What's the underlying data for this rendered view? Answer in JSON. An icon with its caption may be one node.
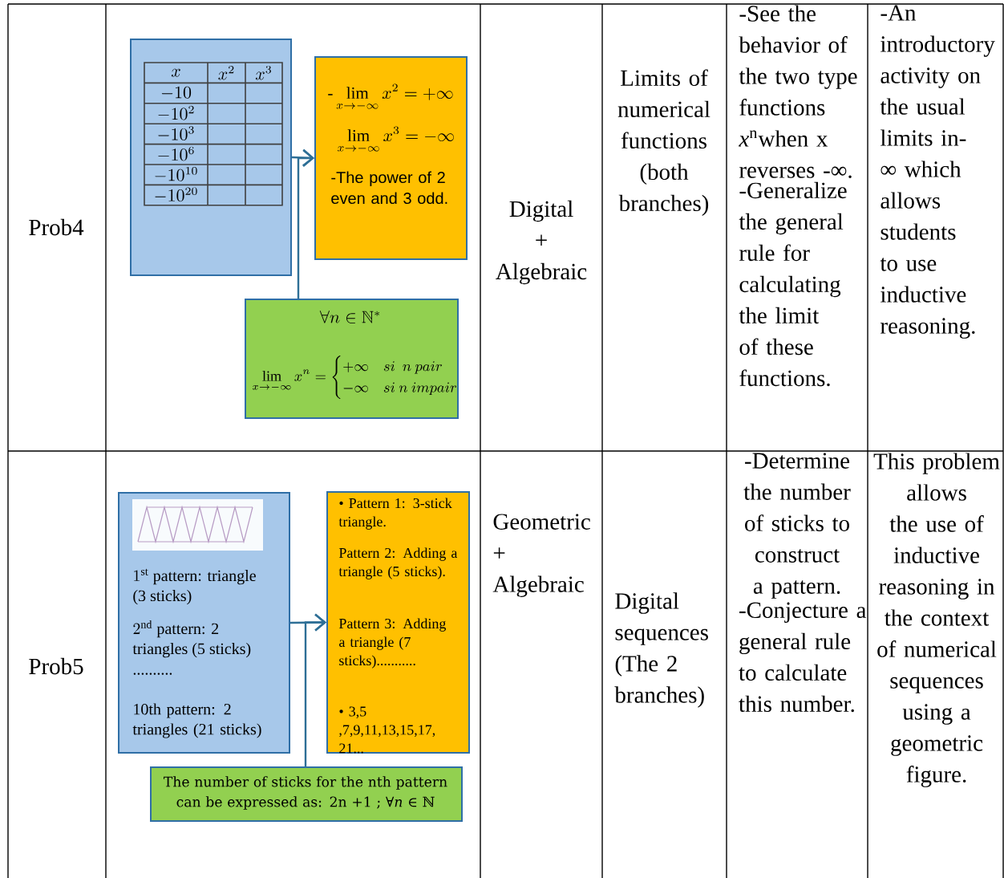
{
  "diagram": {
    "nodes": [
      {
        "text": [
          "x",
          "x^{2}",
          "x^{3}",
          "-10",
          "-10^{2}",
          "-10^{3}",
          "-10^{6}",
          "-10^{10}",
          "-10^{20}"
        ]
      },
      {
        "text": [
          "\\text{-}\\lim_{x\\to-\\infty} x^{2} = +\\infty",
          "\\lim_{x\\to-\\infty} x^{3} = -\\infty",
          "-The power of 2 even and 3 odd."
        ]
      },
      {
        "text": [
          "\\forall n \\in \\mathbb{N}^{*}",
          "\\lim_{x\\to-\\infty} x^{n} = \\begin{cases} +\\infty & si\\ \\ n\\ pair \\\\ -\\infty & si\\ n\\ impair \\end{cases}"
        ]
      },
      {
        "text": [
          "\\begin{array}{@{}l@{}}1^{\\text{st}}\\text{ pattern: triangle}\\\\ \\text{(3 sticks)}\\end{array}",
          "\\begin{array}{@{}l@{}}2^{\\text{nd}}\\text{ pattern: 2}\\\\ \\text{triangles (5 sticks)}\\end{array}",
          "..........",
          "10th pattern: 2 triangles (21 sticks)"
        ]
      },
      {
        "text": [
          "• Pattern 1: 3-stick triangle.",
          "Pattern 2: Adding a triangle (5 sticks).",
          "Pattern 3: Adding a triangle (7 sticks)...........",
          "• 3,5 ,7,9,11,13,15,17, 21..."
        ]
      },
      {
        "text": [
          "The number of sticks for the nth pattern can be expressed as: 2n +1 ; ∀*n* ∈ ℕ"
        ]
      }
    ],
    "edges": [
      {
        "from": 0,
        "to": 1,
        "arrow": "to"
      },
      {
        "from": 2,
        "to": 1,
        "arrow": "to"
      },
      {
        "from": 3,
        "to": 4,
        "arrow": "to"
      },
      {
        "from": 5,
        "to": 4,
        "arrow": "to"
      }
    ],
    "labels": [
      "Prob4",
      "Digital + Algebraic",
      "Limits of numerical functions (both branches)",
      "-See the behavior of the two type functions *x*$^{n}$when x reverses -∞.",
      "-Generalize the general rule for calculating the limit of these functions.",
      "-An introductory activity on the usual limits in-∞ which allows students to use inductive reasoning.",
      "Prob5",
      "Geometric + Algebraic",
      "Digital sequences (The 2 branches)",
      "-Determine the number of sticks to construct a pattern.",
      "-Conjecture a general rule to calculate this number.",
      "This problem allows the use of inductive reasoning in the context of numerical sequences using a geometric figure."
    ]
  }
}
